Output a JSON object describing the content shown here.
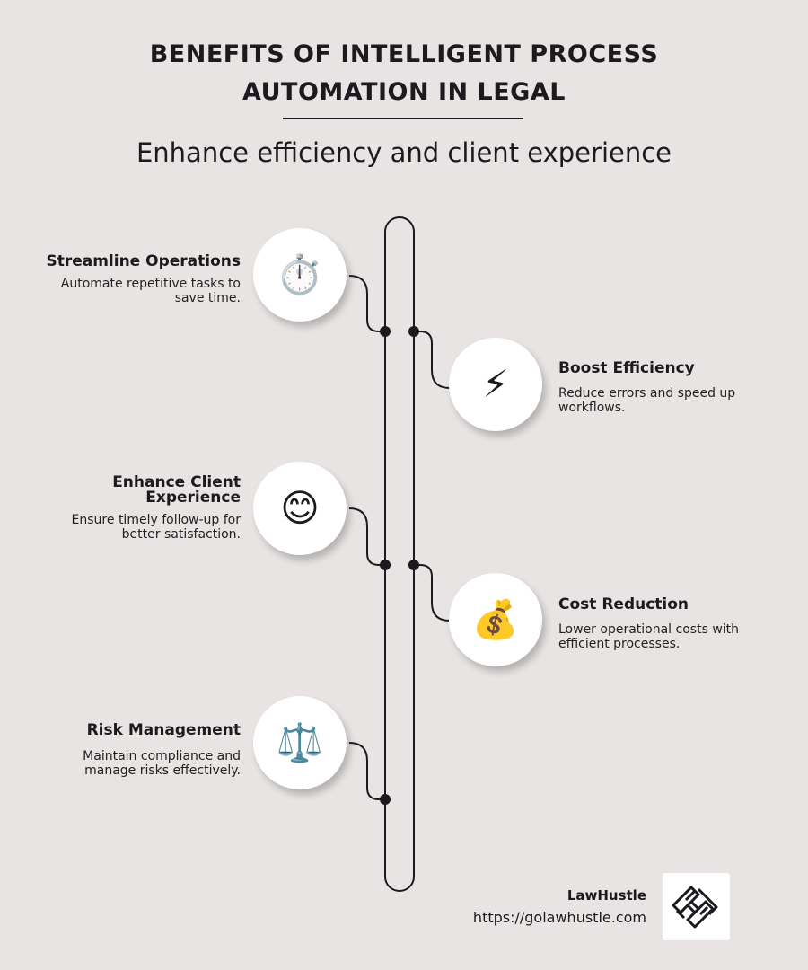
{
  "header": {
    "title_line1": "BENEFITS OF INTELLIGENT PROCESS",
    "title_line2": "AUTOMATION IN LEGAL",
    "subtitle": "Enhance efficiency and client experience"
  },
  "items": [
    {
      "title": "Streamline Operations",
      "desc": "Automate repetitive tasks to save time.",
      "icon": "stopwatch-icon",
      "glyph": "⏱️"
    },
    {
      "title": "Boost Efficiency",
      "desc": "Reduce errors and speed up workflows.",
      "icon": "lightning-icon",
      "glyph": "⚡"
    },
    {
      "title": "Enhance Client Experience",
      "desc": "Ensure timely follow-up for better satisfaction.",
      "icon": "smiley-icon",
      "glyph": "😊"
    },
    {
      "title": "Cost Reduction",
      "desc": "Lower operational costs with efficient processes.",
      "icon": "money-bag-icon",
      "glyph": "💰"
    },
    {
      "title": "Risk Management",
      "desc": "Maintain compliance and manage risks effectively.",
      "icon": "scales-icon",
      "glyph": "⚖️"
    }
  ],
  "footer": {
    "brand": "LawHustle",
    "url": "https://golawhustle.com"
  }
}
